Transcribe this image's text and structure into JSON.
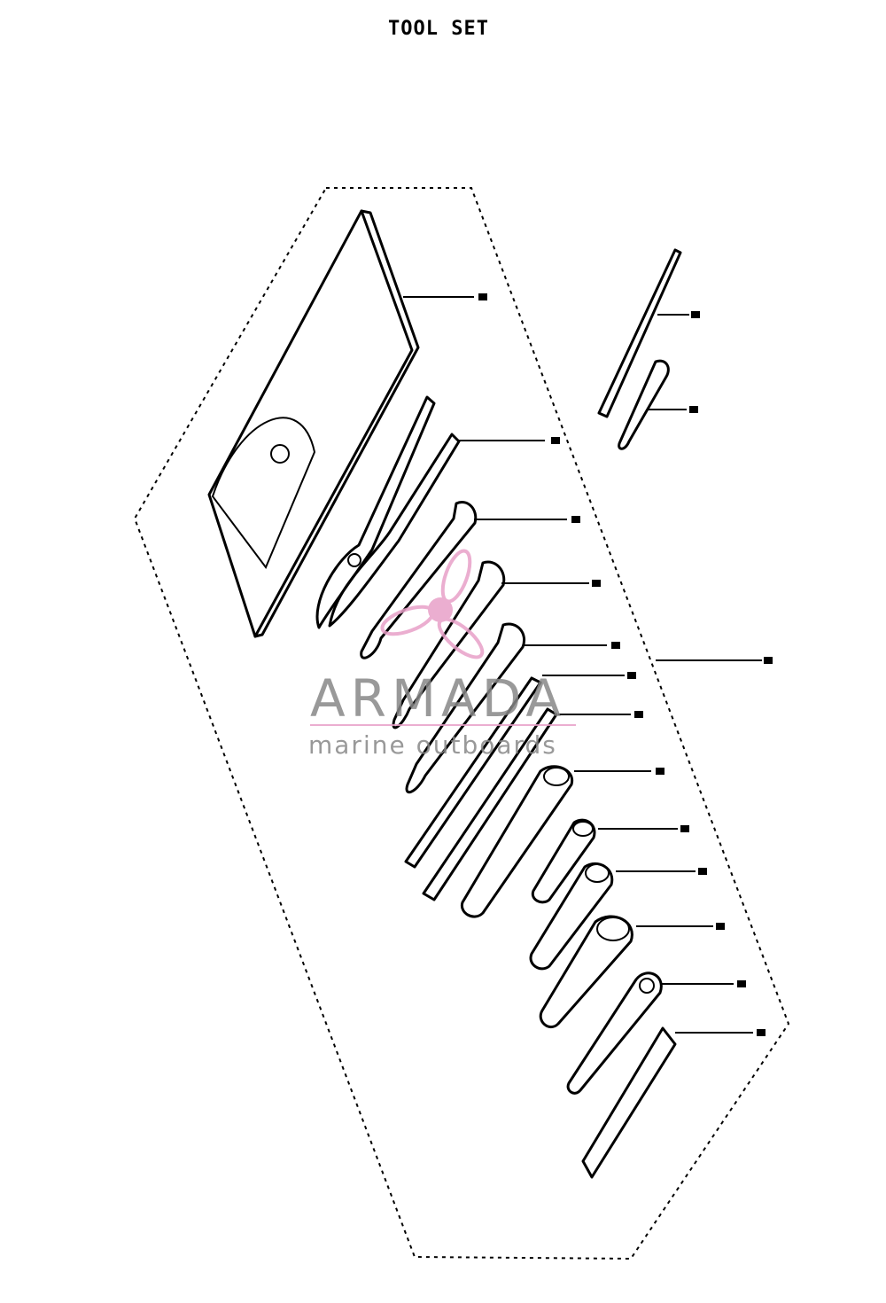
{
  "title": "TOOL SET",
  "watermark": {
    "brand": "ARMADA",
    "tagline": "marine outboards",
    "brand_color": "#888888",
    "accent_color": "#e8a0c8"
  },
  "callouts": []
}
